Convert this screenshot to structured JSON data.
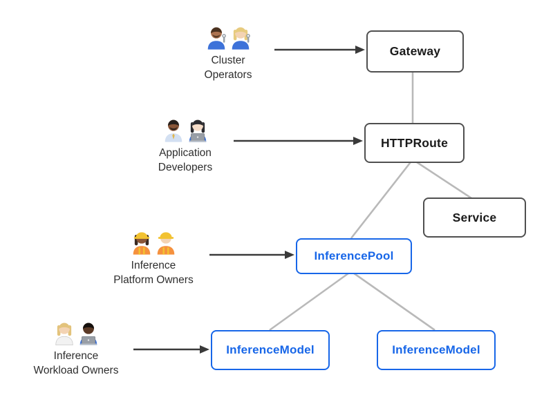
{
  "colors": {
    "core_border": "#4f4f4f",
    "core_text": "#1a1a1a",
    "extension": "#1766e8",
    "connector": "#b9b9b9",
    "arrow": "#3a3a3a",
    "background": "#ffffff",
    "persona_text": "#2e2e2e"
  },
  "nodes": [
    {
      "id": "gateway",
      "label": "Gateway",
      "variant": "core"
    },
    {
      "id": "httproute",
      "label": "HTTPRoute",
      "variant": "core"
    },
    {
      "id": "service",
      "label": "Service",
      "variant": "core"
    },
    {
      "id": "inferencepool",
      "label": "InferencePool",
      "variant": "extension"
    },
    {
      "id": "inferencemodel-left",
      "label": "InferenceModel",
      "variant": "extension"
    },
    {
      "id": "inferencemodel-right",
      "label": "InferenceModel",
      "variant": "extension"
    }
  ],
  "personas": [
    {
      "id": "cluster-operators",
      "label_lines": [
        "Cluster",
        "Operators"
      ],
      "emoji": "👨🏽‍🔧👩🏼‍🔧",
      "points_to": "gateway",
      "people": [
        {
          "icon": "man-mechanic-emoji",
          "skin": "#ad7350",
          "hair": "#4a3220",
          "hair_style": "short",
          "beard": true,
          "top": "shirt",
          "shirt": "#3d72d9",
          "accessory": "wrench"
        },
        {
          "icon": "woman-mechanic-emoji",
          "skin": "#f3d3b3",
          "hair": "#e7cb7e",
          "hair_style": "long",
          "top": "shirt",
          "shirt": "#3d72d9",
          "accessory": "wrench"
        }
      ]
    },
    {
      "id": "application-developers",
      "label_lines": [
        "Application",
        "Developers"
      ],
      "emoji": "👨🏾‍💼👩🏻‍💻",
      "points_to": "httproute",
      "people": [
        {
          "icon": "man-office-worker-emoji",
          "skin": "#8a5638",
          "hair": "#26201c",
          "hair_style": "short",
          "beard": true,
          "top": "shirt",
          "shirt": "#d3e0f2",
          "accessory": "tie"
        },
        {
          "icon": "woman-technologist-emoji",
          "skin": "#f6ddc9",
          "hair": "#2c2c30",
          "hair_style": "long",
          "top": "shirt",
          "shirt": "#3d72d9",
          "accessory": "laptop"
        }
      ]
    },
    {
      "id": "inference-platform-owners",
      "label_lines": [
        "Inference",
        "Platform Owners"
      ],
      "emoji": "👷🏾‍♀️👷🏻",
      "points_to": "inferencepool",
      "people": [
        {
          "icon": "woman-construction-worker-emoji",
          "skin": "#8a5638",
          "hair": "#3a2a21",
          "hair_style": "long",
          "top": "vest",
          "hat": "hardhat"
        },
        {
          "icon": "man-construction-worker-emoji",
          "skin": "#f3d3b3",
          "hair": "#b98b4e",
          "hair_style": "none",
          "top": "vest",
          "hat": "hardhat"
        }
      ]
    },
    {
      "id": "inference-workload-owners",
      "label_lines": [
        "Inference",
        "Workload Owners"
      ],
      "emoji": "🧑🏼‍⚕️👨🏿‍💻",
      "points_to": "inferencemodel-left",
      "people": [
        {
          "icon": "health-worker-emoji",
          "skin": "#f3d3b3",
          "hair": "#e3c37c",
          "hair_style": "long",
          "top": "coat"
        },
        {
          "icon": "man-technologist-emoji",
          "skin": "#5b3a26",
          "hair": "#15100d",
          "hair_style": "short",
          "top": "shirt",
          "shirt": "#3d72d9",
          "accessory": "laptop"
        }
      ]
    }
  ],
  "edges": [
    {
      "from": "gateway",
      "to": "httproute",
      "type": "line"
    },
    {
      "from": "httproute",
      "to": "inferencepool",
      "type": "line"
    },
    {
      "from": "httproute",
      "to": "service",
      "type": "line"
    },
    {
      "from": "inferencepool",
      "to": "inferencemodel-left",
      "type": "line"
    },
    {
      "from": "inferencepool",
      "to": "inferencemodel-right",
      "type": "line"
    },
    {
      "from": "cluster-operators",
      "to": "gateway",
      "type": "arrow"
    },
    {
      "from": "application-developers",
      "to": "httproute",
      "type": "arrow"
    },
    {
      "from": "inference-platform-owners",
      "to": "inferencepool",
      "type": "arrow"
    },
    {
      "from": "inference-workload-owners",
      "to": "inferencemodel-left",
      "type": "arrow"
    }
  ]
}
